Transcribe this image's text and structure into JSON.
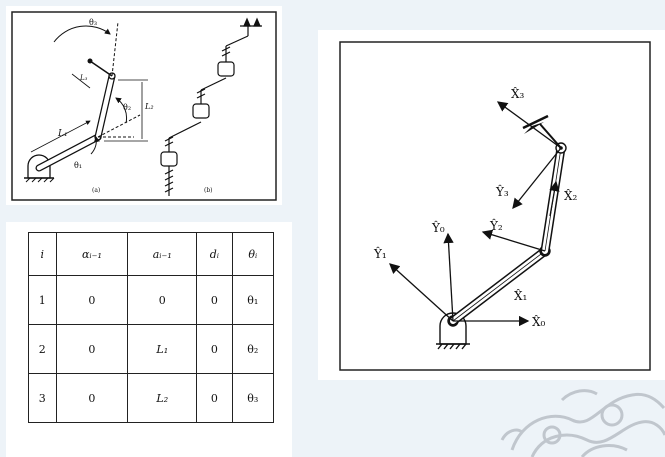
{
  "figure_a": {
    "labels": {
      "theta1": "θ₁",
      "theta2": "θ₂",
      "theta3": "θ₃",
      "L1": "L₁",
      "L2": "L₂",
      "L3": "L₃",
      "sub_a": "(a)",
      "sub_b": "(b)"
    }
  },
  "dh_table": {
    "headers": [
      "i",
      "αᵢ₋₁",
      "aᵢ₋₁",
      "dᵢ",
      "θᵢ"
    ],
    "rows": [
      [
        "1",
        "0",
        "0",
        "0",
        "θ₁"
      ],
      [
        "2",
        "0",
        "L₁",
        "0",
        "θ₂"
      ],
      [
        "3",
        "0",
        "L₂",
        "0",
        "θ₃"
      ]
    ]
  },
  "frames_figure": {
    "labels": {
      "X0": "X̂₀",
      "Y0": "Ŷ₀",
      "X1": "X̂₁",
      "Y1": "Ŷ₁",
      "X2": "X̂₂",
      "Y2": "Ŷ₂",
      "X3": "X̂₃",
      "Y3": "Ŷ₃"
    }
  }
}
